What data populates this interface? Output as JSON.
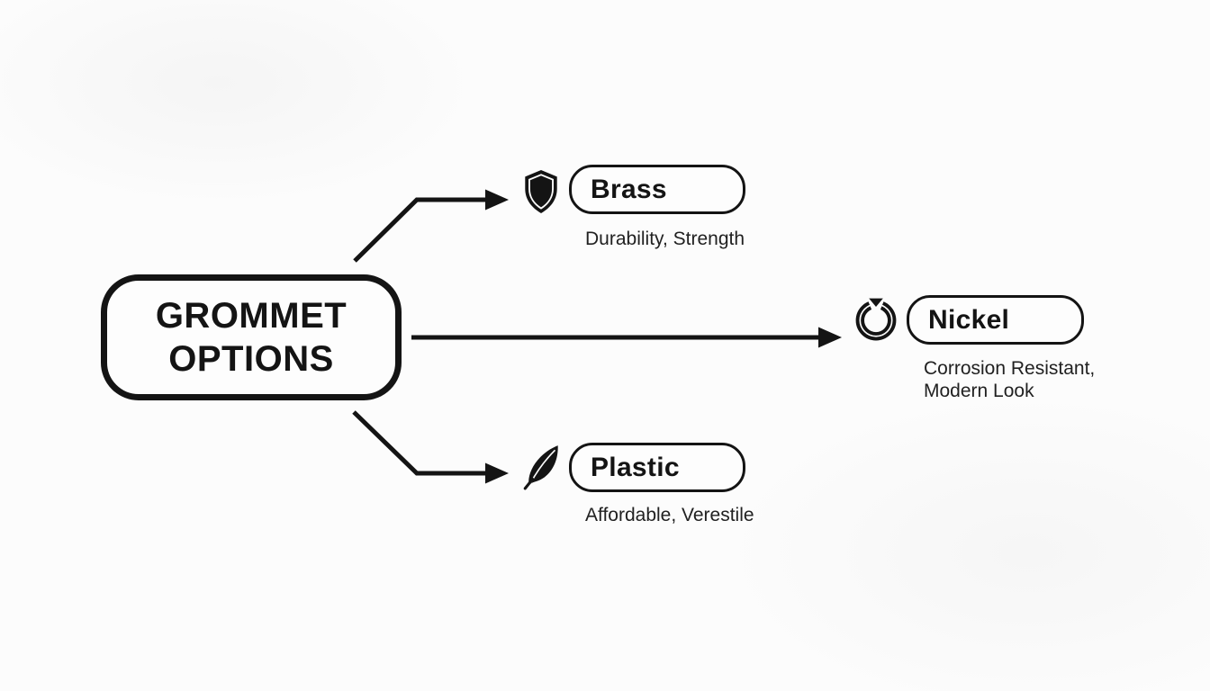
{
  "main": {
    "title_line1": "GROMMET",
    "title_line2": "OPTIONS"
  },
  "branches": [
    {
      "label": "Brass",
      "icon": "shield-icon",
      "description_lines": [
        "Durability, Strength"
      ]
    },
    {
      "label": "Nickel",
      "icon": "ring-icon",
      "description_lines": [
        "Corrosion Resistant,",
        "Modern Look"
      ]
    },
    {
      "label": "Plastic",
      "icon": "feather-icon",
      "description_lines": [
        "Affordable, Verestile"
      ]
    }
  ],
  "colors": {
    "ink": "#141414",
    "background": "#fcfcfc"
  }
}
